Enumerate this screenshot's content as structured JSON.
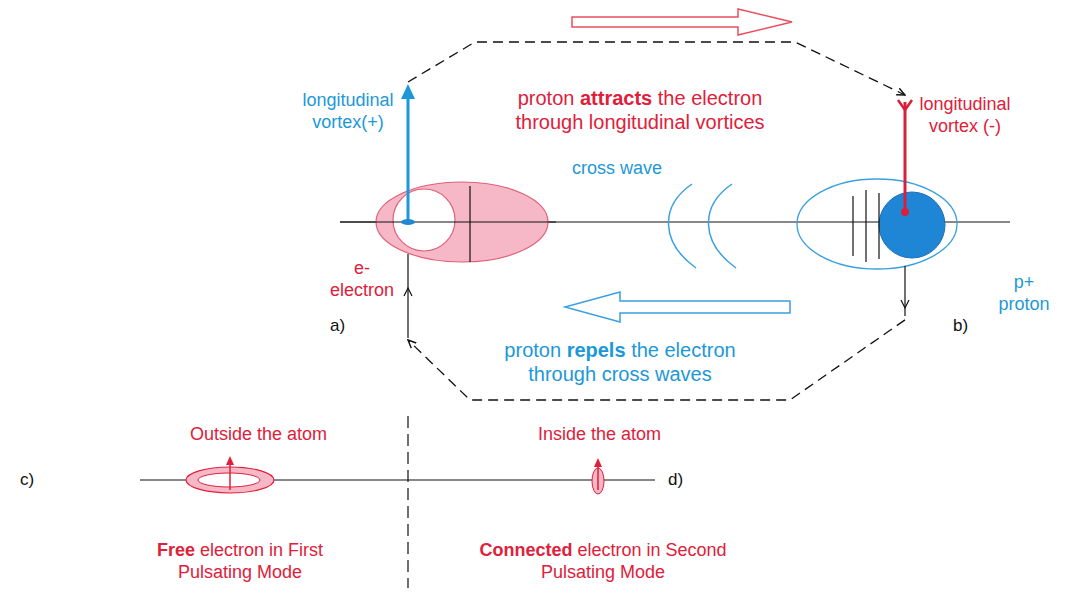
{
  "diagram": {
    "nodes": [
      {
        "text": [
          "e- electron"
        ]
      },
      {
        "text": [
          "p+ proton"
        ]
      }
    ],
    "edges": [
      {
        "from": 0,
        "to": 1,
        "arrow": "to"
      },
      {
        "from": 1,
        "to": 0,
        "arrow": "to"
      }
    ],
    "labels": [
      "longitudinal vortex(+)",
      "proton",
      "attracts",
      "the electron",
      "through longitudinal vortices",
      "longitudinal vortex (-)",
      "cross wave",
      "a)",
      "b)",
      "proton",
      "repels",
      "the electron",
      "through cross waves",
      "Outside the atom",
      "Inside the atom",
      "c)",
      "d)",
      "Free",
      "electron in First Pulsating Mode",
      "Connected",
      "electron in Second Pulsating Mode"
    ]
  }
}
